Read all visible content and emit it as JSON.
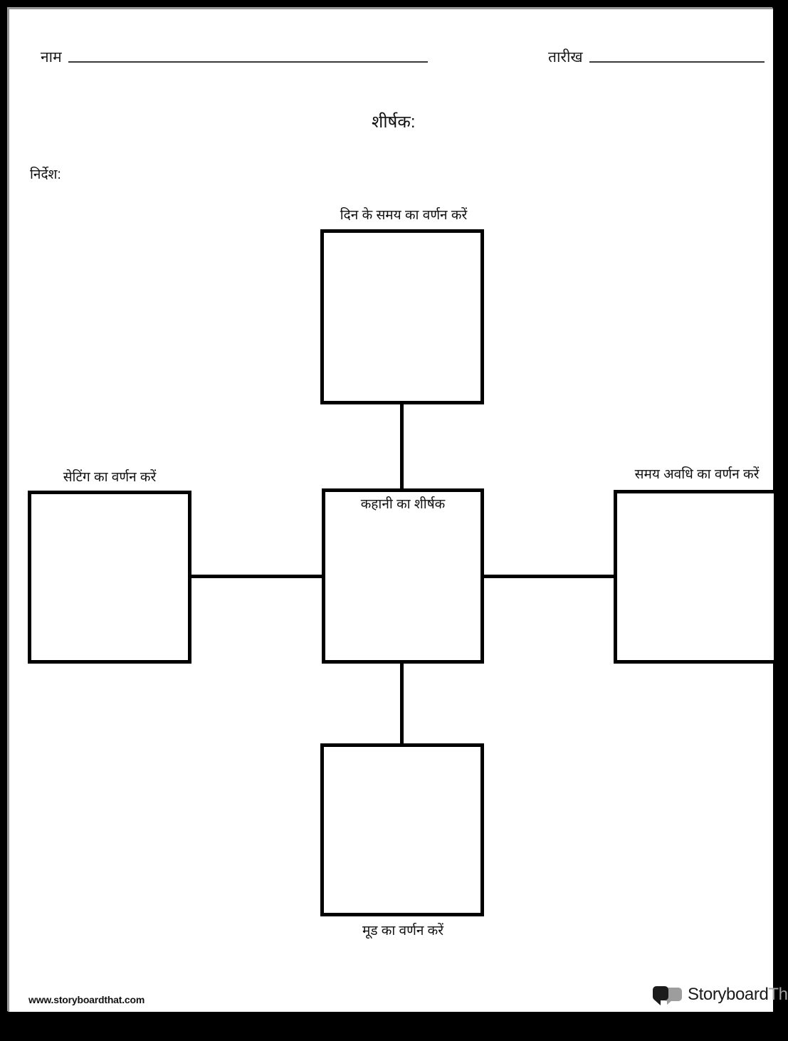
{
  "header": {
    "name_label": "नाम",
    "date_label": "तारीख",
    "title_label": "शीर्षक:",
    "instructions_label": "निर्देश:"
  },
  "diagram": {
    "center": {
      "text": "कहानी का शीर्षक"
    },
    "nodes": [
      {
        "position": "top",
        "label": "दिन के समय का वर्णन करें"
      },
      {
        "position": "left",
        "label": "सेटिंग का वर्णन करें"
      },
      {
        "position": "right",
        "label": "समय अवधि का वर्णन करें"
      },
      {
        "position": "bottom",
        "label": "मूड का वर्णन करें"
      }
    ]
  },
  "footer": {
    "url": "www.storyboardthat.com",
    "logo_primary": "Storyboard",
    "logo_secondary": "That"
  },
  "colors": {
    "frame": "#000000",
    "page": "#ffffff",
    "ink": "#111111",
    "rule": "#3a3a3a",
    "logo_gray": "#a3a3a3"
  }
}
